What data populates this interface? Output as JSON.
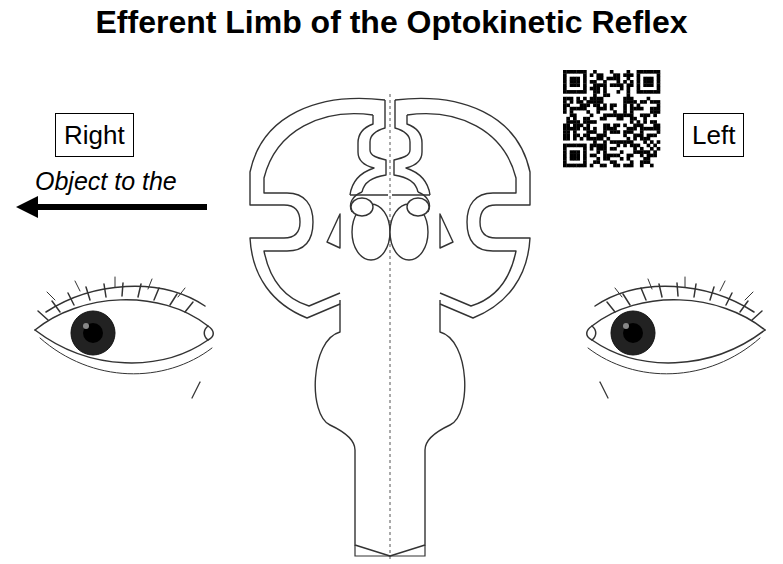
{
  "diagram": {
    "title": "Efferent Limb of the Optokinetic Reflex",
    "nodes": [
      {
        "text": [
          "Right"
        ]
      },
      {
        "text": [
          "Left"
        ]
      }
    ],
    "labels": [
      "Object to the"
    ]
  }
}
